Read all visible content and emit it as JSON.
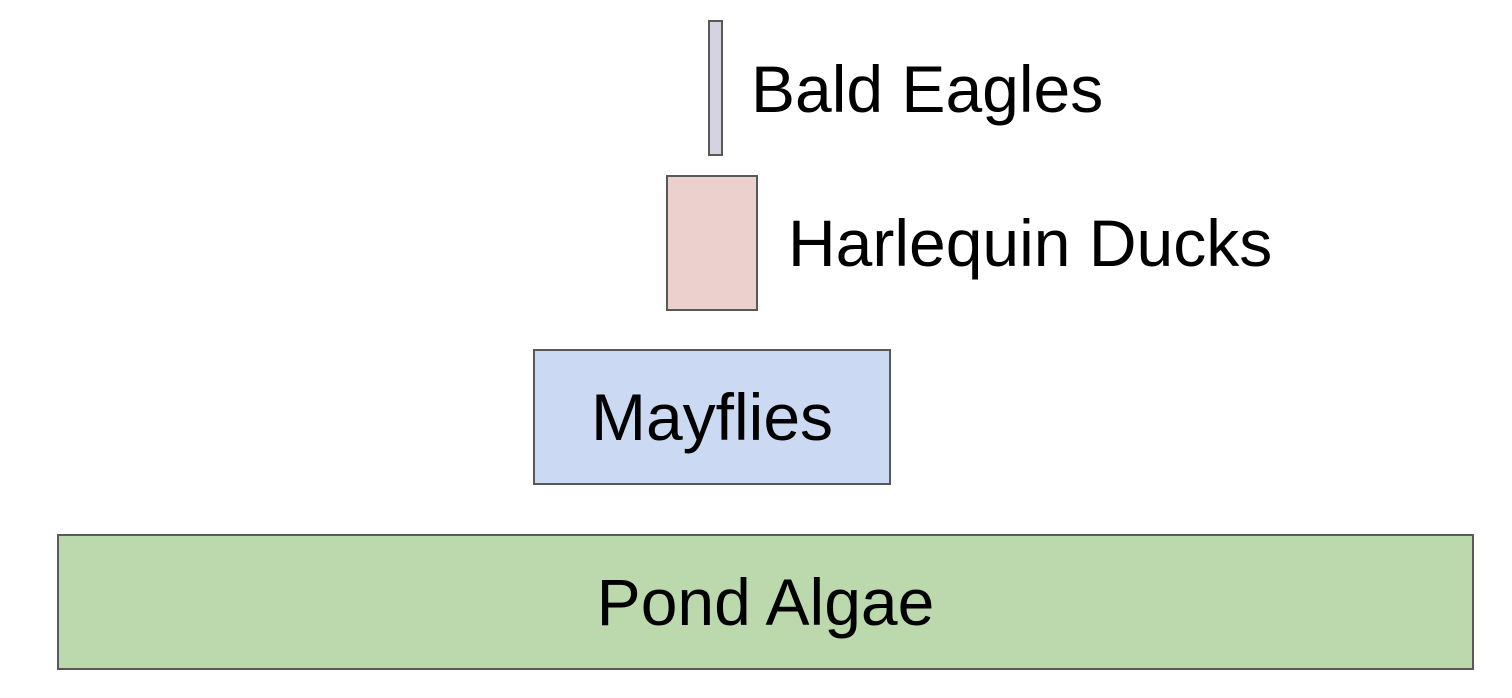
{
  "levels": {
    "bald_eagles": {
      "label": "Bald Eagles",
      "fill": "#d5d3e0"
    },
    "harlequin_ducks": {
      "label": "Harlequin Ducks",
      "fill": "#ecd0ce"
    },
    "mayflies": {
      "label": "Mayflies",
      "fill": "#cbd9f2"
    },
    "pond_algae": {
      "label": "Pond Algae",
      "fill": "#bcd8ad"
    }
  },
  "colors": {
    "border": "#595959",
    "text": "#000000",
    "background": "#ffffff"
  }
}
